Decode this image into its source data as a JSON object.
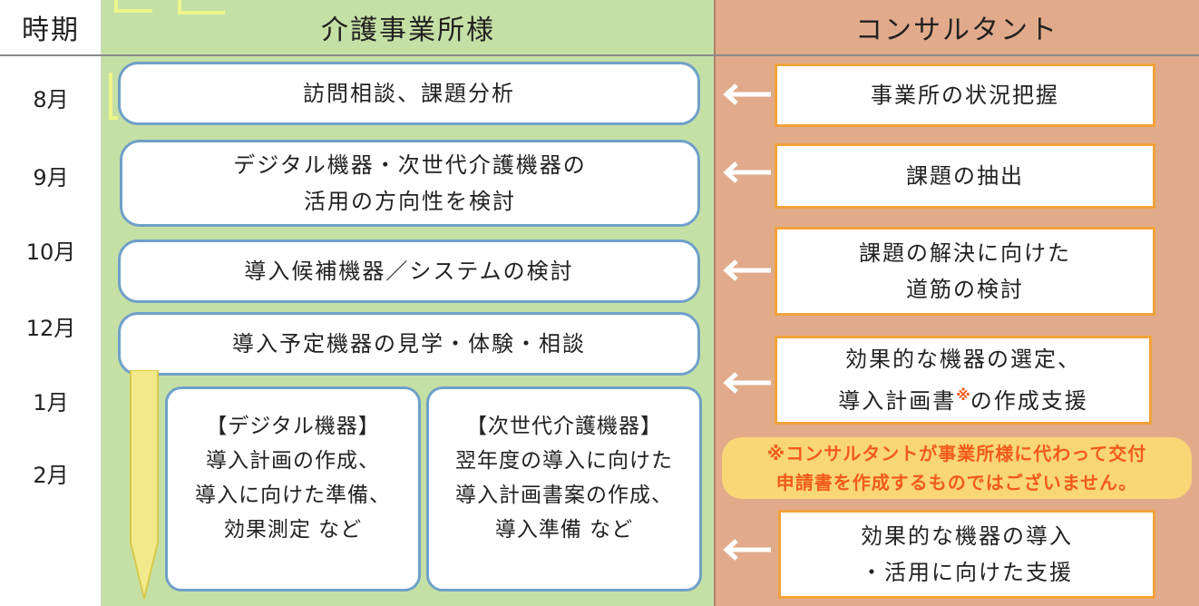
{
  "headers": {
    "period": "時期",
    "facility": "介護事業所様",
    "consultant": "コンサルタント"
  },
  "months": [
    "8月",
    "9月",
    "10月",
    "12月",
    "1月",
    "2月"
  ],
  "facility_steps": [
    "訪問相談、課題分析",
    "デジタル機器・次世代介護機器の\n活用の方向性を検討",
    "導入候補機器／システムの検討",
    "導入予定機器の見学・体験・相談"
  ],
  "facility_tracks": [
    "【デジタル機器】\n導入計画の作成、\n導入に向けた準備、\n効果測定 など",
    "【次世代介護機器】\n翌年度の導入に向けた\n導入計画書案の作成、\n導入準備 など"
  ],
  "consultant_steps": {
    "s1": "事業所の状況把握",
    "s2": "課題の抽出",
    "s3": "課題の解決に向けた\n道筋の検討",
    "s4_line1": "効果的な機器の選定、",
    "s4_line2_pre": "導入計画書",
    "s4_mark": "※",
    "s4_line2_post": "の作成支援",
    "s5": "効果的な機器の導入\n・活用に向けた支援"
  },
  "note": "※コンサルタントが事業所様に代わって交付\n申請書を作成するものではございません。",
  "colors": {
    "green_bg": "#c5e0a5",
    "orange_bg": "#e1ab8b",
    "box_border_blue": "#6fa0c8",
    "box_border_orange": "#f3a23a",
    "note_bg": "#f9d776",
    "note_text": "#f25b1b",
    "pencil": "#f2e98a"
  }
}
